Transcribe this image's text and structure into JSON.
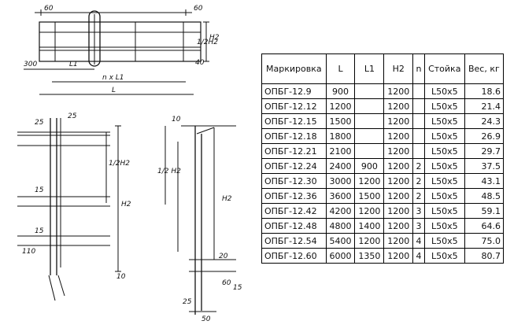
{
  "drawing": {
    "labels": {
      "top_left": "60",
      "top_right": "60",
      "h2_top": "H2",
      "half_h2_top": "1/2H2",
      "dim_300": "300",
      "dim_L1": "L1",
      "dim_40": "40",
      "dim_nL1": "n x L1",
      "dim_L": "L",
      "front_25a": "25",
      "front_25b": "25",
      "front_15a": "15",
      "front_15b": "15",
      "front_half_h2": "1/2H2",
      "front_h2": "H2",
      "front_110": "110",
      "front_10": "10",
      "side_10": "10",
      "side_half_h2": "1/2 H2",
      "side_h2": "H2",
      "side_20": "20",
      "side_60": "60",
      "side_15": "15",
      "side_25": "25",
      "side_50": "50"
    }
  },
  "table": {
    "headers": [
      "Маркировка",
      "L",
      "L1",
      "H2",
      "n",
      "Стойка",
      "Вес, кг"
    ],
    "rows": [
      [
        "ОПБГ-12.9",
        "900",
        "",
        "1200",
        "",
        "L50x5",
        "18.6"
      ],
      [
        "ОПБГ-12.12",
        "1200",
        "",
        "1200",
        "",
        "L50x5",
        "21.4"
      ],
      [
        "ОПБГ-12.15",
        "1500",
        "",
        "1200",
        "",
        "L50x5",
        "24.3"
      ],
      [
        "ОПБГ-12.18",
        "1800",
        "",
        "1200",
        "",
        "L50x5",
        "26.9"
      ],
      [
        "ОПБГ-12.21",
        "2100",
        "",
        "1200",
        "",
        "L50x5",
        "29.7"
      ],
      [
        "ОПБГ-12.24",
        "2400",
        "900",
        "1200",
        "2",
        "L50x5",
        "37.5"
      ],
      [
        "ОПБГ-12.30",
        "3000",
        "1200",
        "1200",
        "2",
        "L50x5",
        "43.1"
      ],
      [
        "ОПБГ-12.36",
        "3600",
        "1500",
        "1200",
        "2",
        "L50x5",
        "48.5"
      ],
      [
        "ОПБГ-12.42",
        "4200",
        "1200",
        "1200",
        "3",
        "L50x5",
        "59.1"
      ],
      [
        "ОПБГ-12.48",
        "4800",
        "1400",
        "1200",
        "3",
        "L50x5",
        "64.6"
      ],
      [
        "ОПБГ-12.54",
        "5400",
        "1200",
        "1200",
        "4",
        "L50x5",
        "75.0"
      ],
      [
        "ОПБГ-12.60",
        "6000",
        "1350",
        "1200",
        "4",
        "L50x5",
        "80.7"
      ]
    ]
  }
}
